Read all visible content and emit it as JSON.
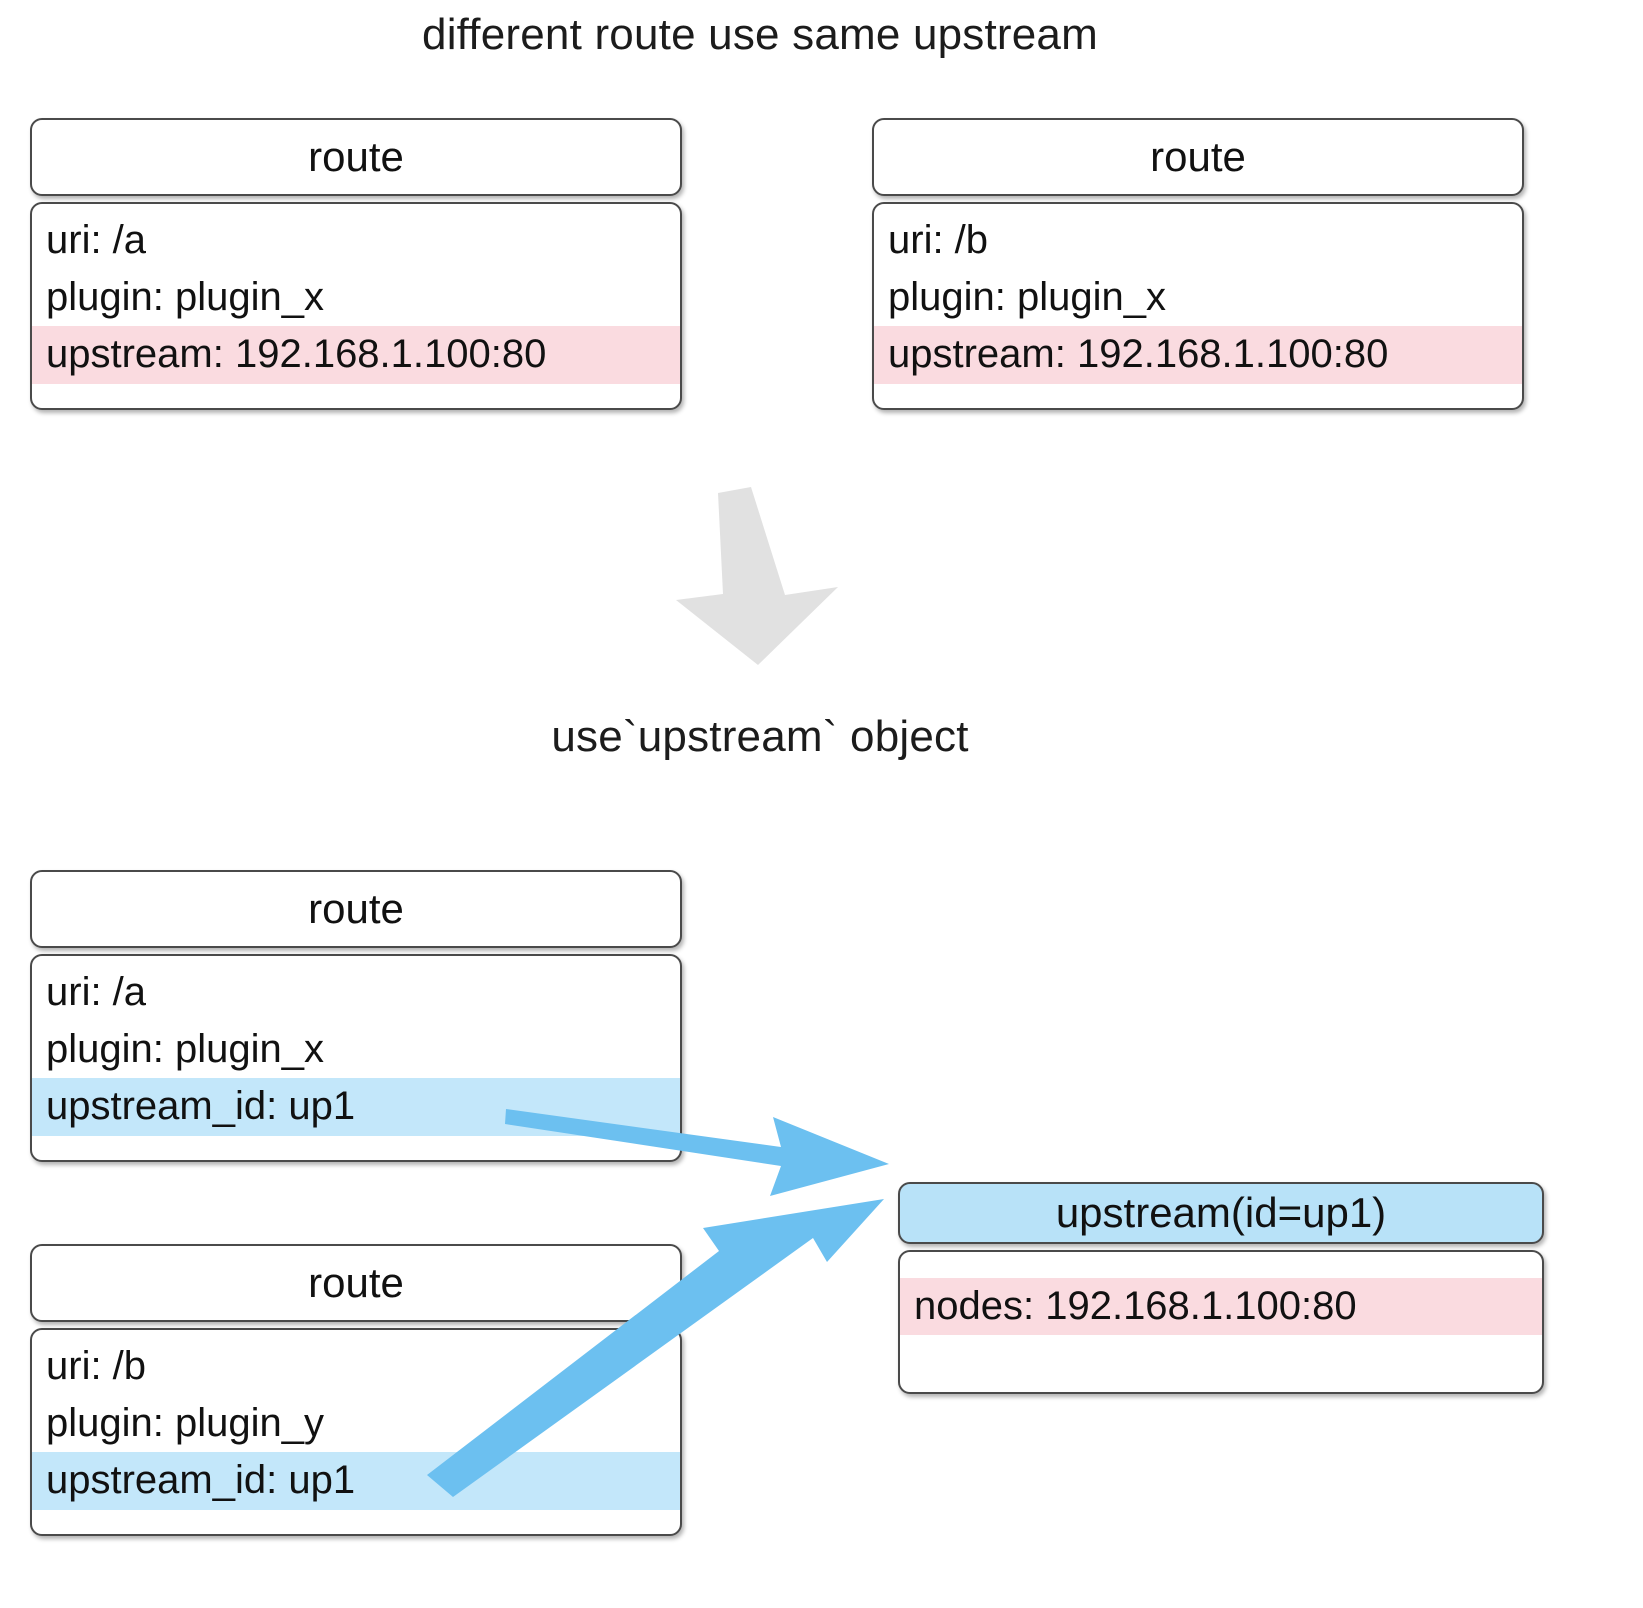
{
  "diagram": {
    "title_top": "different route use same upstream",
    "title_bottom": "use`upstream` object",
    "colors": {
      "highlight_pink": "#fadbe0",
      "highlight_blue": "#c3e7fa",
      "header_blue": "#b8e2f8",
      "arrow_blue": "#6cc0f0",
      "arrow_gray": "#e0e0e0",
      "border": "#4a4a4a",
      "background": "#ffffff"
    },
    "top_section": {
      "boxes": [
        {
          "header": "route",
          "rows": [
            {
              "text": "uri: /a",
              "highlight": "none"
            },
            {
              "text": "plugin: plugin_x",
              "highlight": "none"
            },
            {
              "text": "upstream: 192.168.1.100:80",
              "highlight": "pink"
            }
          ]
        },
        {
          "header": "route",
          "rows": [
            {
              "text": "uri: /b",
              "highlight": "none"
            },
            {
              "text": "plugin: plugin_x",
              "highlight": "none"
            },
            {
              "text": "upstream: 192.168.1.100:80",
              "highlight": "pink"
            }
          ]
        }
      ]
    },
    "transition_arrow": {
      "direction": "down",
      "color": "#e0e0e0"
    },
    "bottom_section": {
      "route_a": {
        "header": "route",
        "rows": [
          {
            "text": "uri: /a",
            "highlight": "none"
          },
          {
            "text": "plugin: plugin_x",
            "highlight": "none"
          },
          {
            "text": "upstream_id: up1",
            "highlight": "blue"
          }
        ]
      },
      "route_b": {
        "header": "route",
        "rows": [
          {
            "text": "uri: /b",
            "highlight": "none"
          },
          {
            "text": "plugin: plugin_y",
            "highlight": "none"
          },
          {
            "text": "upstream_id: up1",
            "highlight": "blue"
          }
        ]
      },
      "upstream": {
        "header": "upstream(id=up1)",
        "rows": [
          {
            "text": "nodes: 192.168.1.100:80",
            "highlight": "pink"
          }
        ]
      },
      "connections": [
        {
          "from": "route_a.upstream_id",
          "to": "upstream",
          "color": "#6cc0f0"
        },
        {
          "from": "route_b.upstream_id",
          "to": "upstream",
          "color": "#6cc0f0"
        }
      ]
    }
  }
}
